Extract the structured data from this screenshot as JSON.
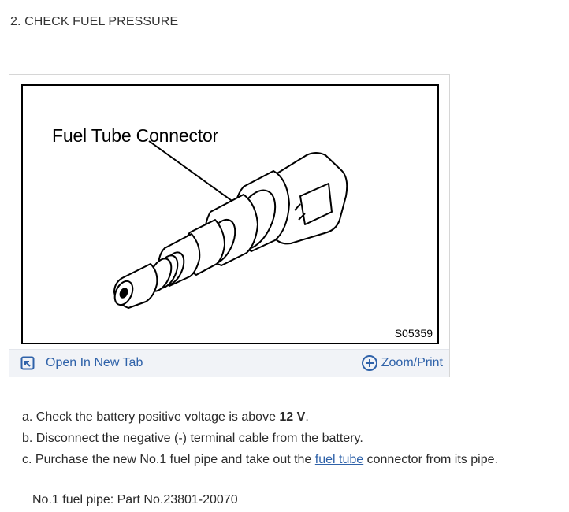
{
  "heading": "2. CHECK FUEL PRESSURE",
  "figure": {
    "label": "Fuel Tube Connector",
    "code": "S05359",
    "open_tab_label": "Open In New Tab",
    "open_tab_icon": "open-in-new-tab-icon",
    "zoom_label": "Zoom/Print",
    "zoom_icon": "zoom-plus-icon"
  },
  "steps": [
    {
      "prefix": "a. Check the battery positive voltage is above ",
      "value": "12 V",
      "suffix": "."
    },
    {
      "text": "b. Disconnect the negative (-) terminal cable from the battery."
    },
    {
      "prefix": "c. Purchase the new No.1 fuel pipe and take out the ",
      "link": "fuel tube",
      "suffix": " connector from its pipe."
    }
  ],
  "note": "No.1 fuel pipe: Part No.23801-20070",
  "colors": {
    "link": "#2f62a9",
    "toolbar_bg": "#f1f3f7"
  }
}
